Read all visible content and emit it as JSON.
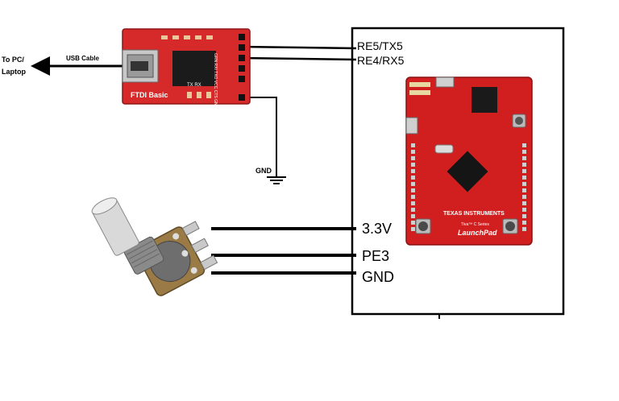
{
  "pc": {
    "line1": "To PC/",
    "line2": "Laptop"
  },
  "usb_label": "USB Cable",
  "ftdi": {
    "name": "FTDI Basic",
    "header_pins": "GRN RXI TXO VCC CTS GND",
    "leds": "TX  RX",
    "color": "#d62a2a"
  },
  "gnd_symbol_label": "GND",
  "launchpad": {
    "uart_pins": [
      "RE5/TX5",
      "RE4/RX5"
    ],
    "power_pins": [
      "3.3V",
      "PE3",
      "GND"
    ],
    "brand": "TEXAS INSTRUMENTS",
    "series": "Tiva™ C Series",
    "product": "LaunchPad",
    "color": "#d11f1f"
  }
}
